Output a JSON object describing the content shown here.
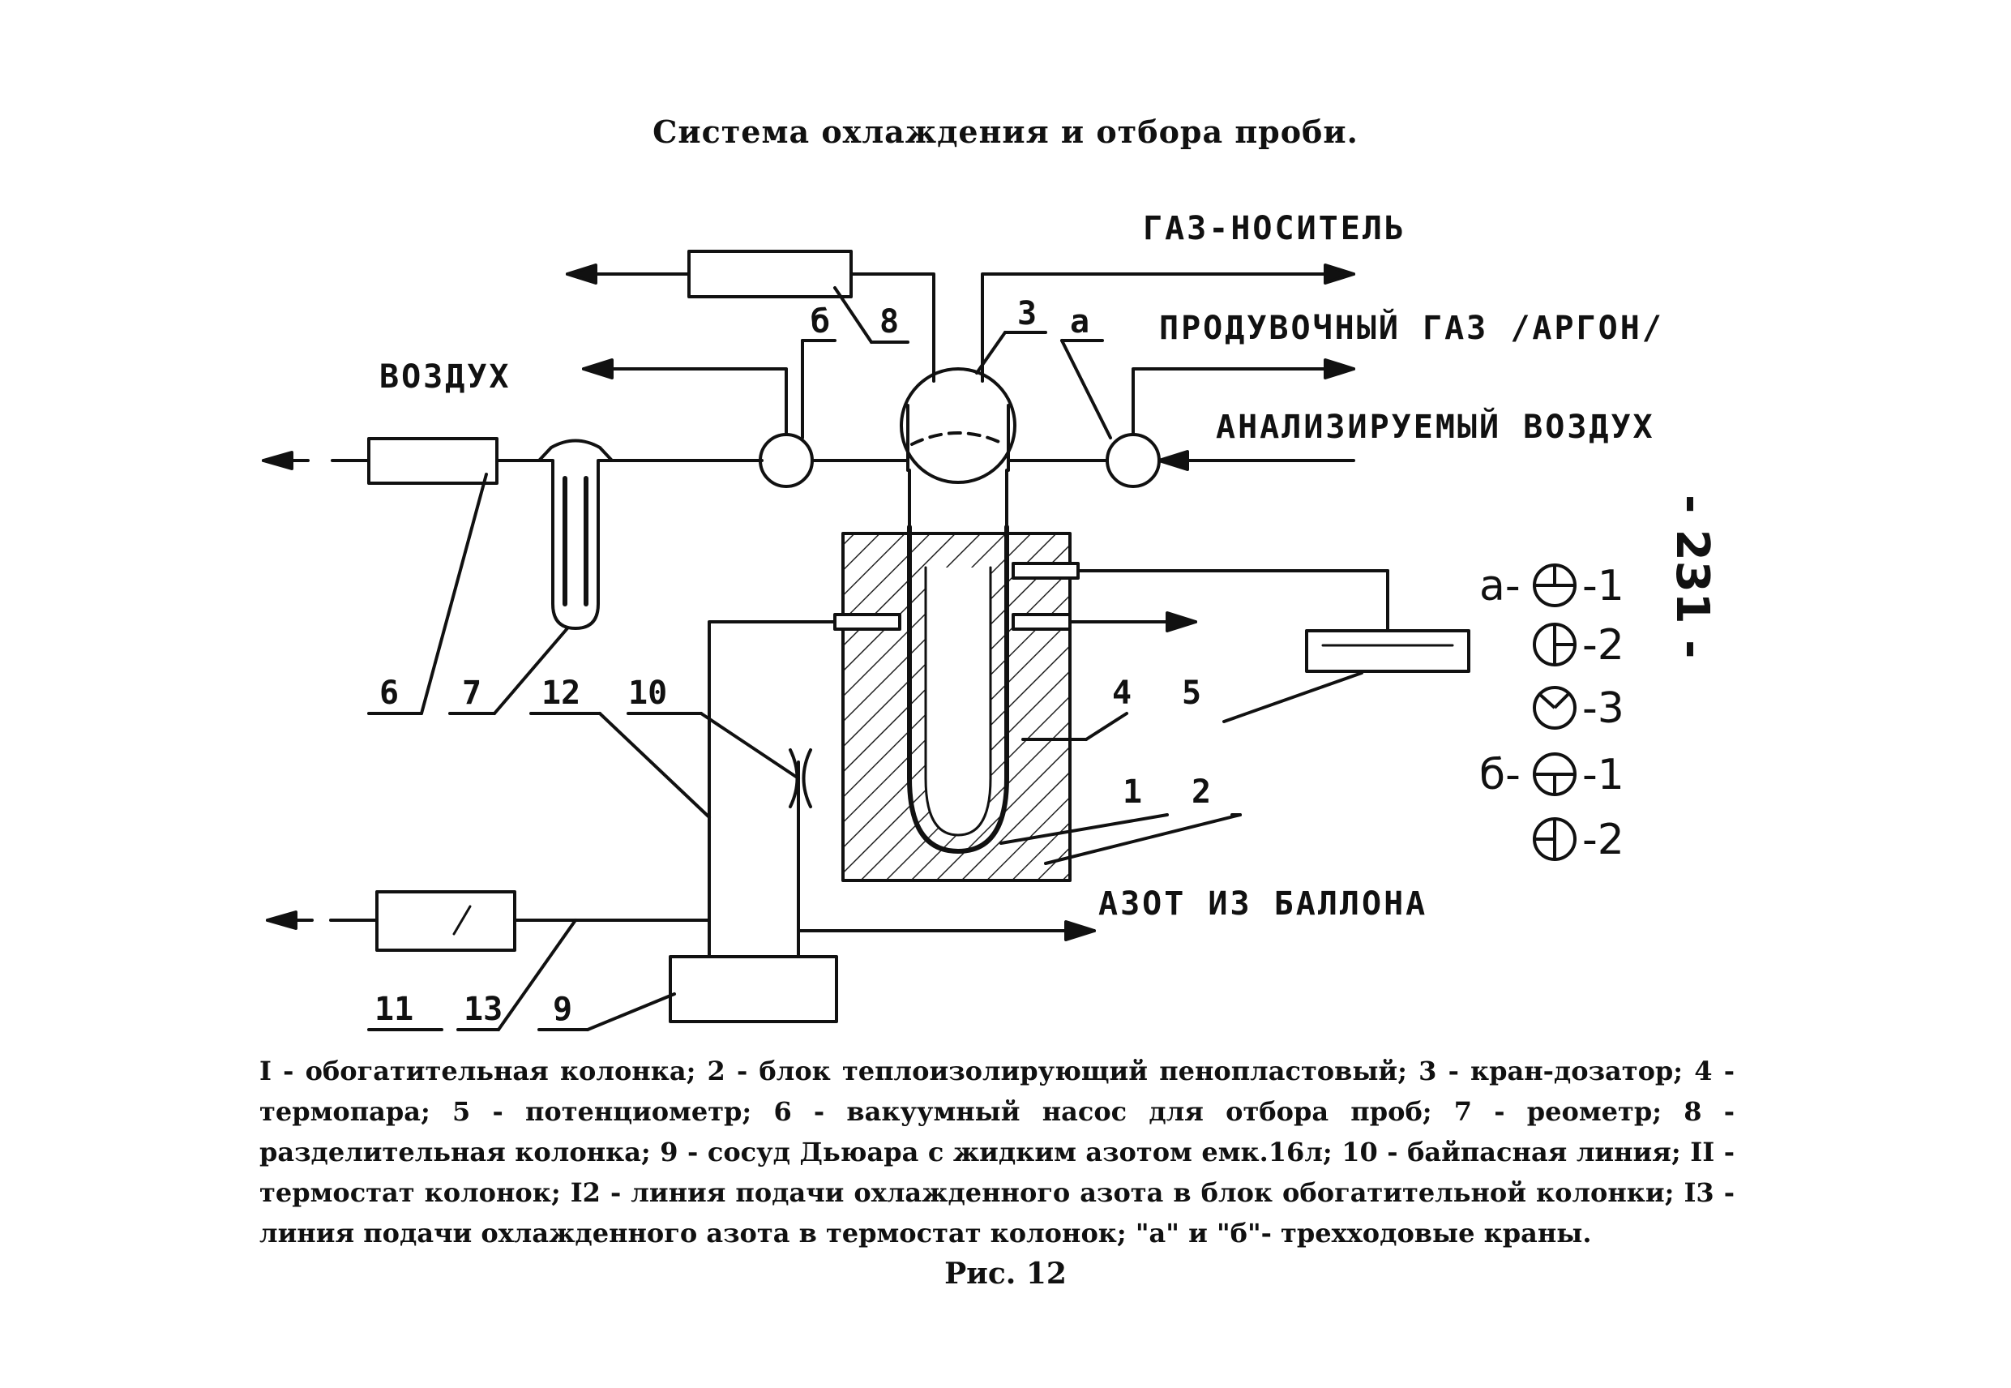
{
  "title": "Система охлаждения и отбора проби.",
  "streams": {
    "carrier_gas": "ГАЗ-НОСИТЕЛЬ",
    "purge_gas": "ПРОДУВОЧНЫЙ ГАЗ /АРГОН/",
    "analyzed_air": "АНАЛИЗИРУЕМЫЙ ВОЗДУХ",
    "air": "ВОЗДУХ",
    "nitrogen": "АЗОТ ИЗ БАЛЛОНА"
  },
  "callouts": {
    "a": "а",
    "b": "б",
    "n1": "1",
    "n2": "2",
    "n3": "3",
    "n4": "4",
    "n5": "5",
    "n6": "6",
    "n7": "7",
    "n8": "8",
    "n9": "9",
    "n10": "10",
    "n11": "11",
    "n12": "12",
    "n13": "13"
  },
  "valve_positions": [
    {
      "prefix": "а-",
      "pos": "-1"
    },
    {
      "prefix": "",
      "pos": "-2"
    },
    {
      "prefix": "",
      "pos": "-3"
    },
    {
      "prefix": "б-",
      "pos": "-1"
    },
    {
      "prefix": "",
      "pos": "-2"
    }
  ],
  "page_number": "- 231 -",
  "caption": "I - обогатительная колонка; 2 - блок теплоизолирующий пенопластовый; 3 - кран-дозатор; 4 - термопара; 5 - потенциометр; 6 - вакуумный насос для отбора проб; 7 - реометр; 8 - разделительная колонка; 9 - сосуд Дьюара с жидким азотом емк.16л; 10 - байпасная линия; II - термостат колонок; I2 - линия подачи охлажденного азота в блок обогатительной колонки; I3 - линия подачи охлажденного азота в термостат колонок; \"а\" и \"б\"- трехходовые краны.",
  "figure_label": "Рис. 12"
}
